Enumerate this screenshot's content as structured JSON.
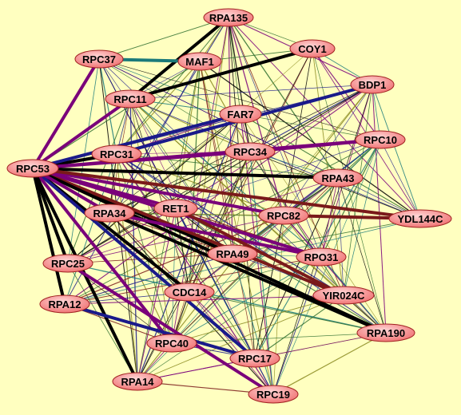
{
  "nodes": [
    {
      "id": "RPA135",
      "label": "RPA135"
    },
    {
      "id": "COY1",
      "label": "COY1"
    },
    {
      "id": "RPC37",
      "label": "RPC37"
    },
    {
      "id": "MAF1",
      "label": "MAF1"
    },
    {
      "id": "BDP1",
      "label": "BDP1"
    },
    {
      "id": "RPC11",
      "label": "RPC11"
    },
    {
      "id": "FAR7",
      "label": "FAR7"
    },
    {
      "id": "RPC10",
      "label": "RPC10"
    },
    {
      "id": "RPC31",
      "label": "RPC31"
    },
    {
      "id": "RPC34",
      "label": "RPC34"
    },
    {
      "id": "RPC53",
      "label": "RPC53"
    },
    {
      "id": "RPA43",
      "label": "RPA43"
    },
    {
      "id": "RPA34",
      "label": "RPA34"
    },
    {
      "id": "RET1",
      "label": "RET1"
    },
    {
      "id": "RPC82",
      "label": "RPC82"
    },
    {
      "id": "YDL144C",
      "label": "YDL144C"
    },
    {
      "id": "RPA49",
      "label": "RPA49"
    },
    {
      "id": "RPO31",
      "label": "RPO31"
    },
    {
      "id": "RPC25",
      "label": "RPC25"
    },
    {
      "id": "CDC14",
      "label": "CDC14"
    },
    {
      "id": "YIR024C",
      "label": "YIR024C"
    },
    {
      "id": "RPA12",
      "label": "RPA12"
    },
    {
      "id": "RPA190",
      "label": "RPA190"
    },
    {
      "id": "RPC40",
      "label": "RPC40"
    },
    {
      "id": "RPC17",
      "label": "RPC17"
    },
    {
      "id": "RPA14",
      "label": "RPA14"
    },
    {
      "id": "RPC19",
      "label": "RPC19"
    }
  ],
  "colors": {
    "background": "#ffffc0",
    "node_fill_light": "#ffd0d0",
    "node_fill_dark": "#f07070",
    "node_stroke": "#a02020",
    "edge_colors": [
      "#000000",
      "#7a007a",
      "#1a1a8a",
      "#2f6f2f",
      "#7a1a1a",
      "#1a7a7a",
      "#8a8a20"
    ]
  },
  "strong_edges": [
    {
      "source": "RPC53",
      "target": "RPC37",
      "color": "#7a007a"
    },
    {
      "source": "RPC53",
      "target": "RPC11",
      "color": "#7a007a"
    },
    {
      "source": "RPC53",
      "target": "RPC31",
      "color": "#000000"
    },
    {
      "source": "RPC53",
      "target": "RPC34",
      "color": "#7a007a"
    },
    {
      "source": "RPC53",
      "target": "RPA43",
      "color": "#000000"
    },
    {
      "source": "RPC53",
      "target": "RPC82",
      "color": "#7a007a"
    },
    {
      "source": "RPC53",
      "target": "YDL144C",
      "color": "#7a1a1a"
    },
    {
      "source": "RPC53",
      "target": "RPO31",
      "color": "#7a007a"
    },
    {
      "source": "RPC53",
      "target": "RPA49",
      "color": "#000000"
    },
    {
      "source": "RPC53",
      "target": "YIR024C",
      "color": "#7a1a1a"
    },
    {
      "source": "RPC53",
      "target": "RPA190",
      "color": "#000000"
    },
    {
      "source": "RPC53",
      "target": "CDC14",
      "color": "#000000"
    },
    {
      "source": "RPC53",
      "target": "RPC17",
      "color": "#1a1a8a"
    },
    {
      "source": "RPC53",
      "target": "RPC40",
      "color": "#7a007a"
    },
    {
      "source": "RPC53",
      "target": "RPA14",
      "color": "#000000"
    },
    {
      "source": "RPC53",
      "target": "RPA12",
      "color": "#000000"
    },
    {
      "source": "RPC53",
      "target": "RPC25",
      "color": "#000000"
    },
    {
      "source": "RPC53",
      "target": "RPA34",
      "color": "#7a007a"
    },
    {
      "source": "RPC53",
      "target": "RET1",
      "color": "#7a007a"
    },
    {
      "source": "RPC53",
      "target": "RPC10",
      "color": "#7a007a"
    },
    {
      "source": "RPC53",
      "target": "FAR7",
      "color": "#1a1a8a"
    },
    {
      "source": "RPC11",
      "target": "COY1",
      "color": "#000000"
    },
    {
      "source": "RPC11",
      "target": "RPA135",
      "color": "#000000"
    },
    {
      "source": "RPC37",
      "target": "MAF1",
      "color": "#1a7a7a"
    },
    {
      "source": "RPC31",
      "target": "BDP1",
      "color": "#1a1a8a"
    },
    {
      "source": "RPC34",
      "target": "RPC10",
      "color": "#7a007a"
    },
    {
      "source": "RPA34",
      "target": "RPO31",
      "color": "#7a007a"
    },
    {
      "source": "RPA34",
      "target": "RPA190",
      "color": "#000000"
    },
    {
      "source": "RET1",
      "target": "YIR024C",
      "color": "#7a1a1a"
    },
    {
      "source": "RPC82",
      "target": "YDL144C",
      "color": "#7a1a1a"
    },
    {
      "source": "RPC25",
      "target": "RPC19",
      "color": "#7a007a"
    },
    {
      "source": "RPA12",
      "target": "RPC17",
      "color": "#1a1a8a"
    }
  ]
}
